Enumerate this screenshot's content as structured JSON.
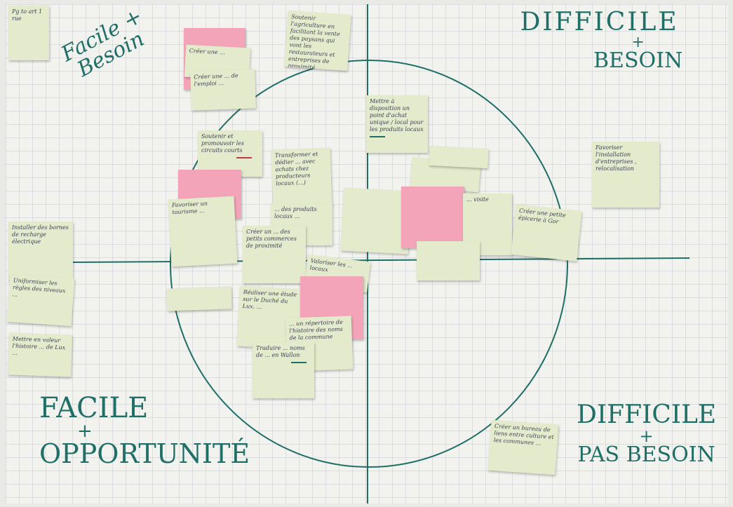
{
  "colors": {
    "marker": "#1f6f66",
    "note_yellow": "#e4ebcc",
    "note_pink": "#f4a4b8",
    "paper": "#f2f2ef"
  },
  "quadrants": {
    "top_left": {
      "line1": "Facile +",
      "line2": "Besoin"
    },
    "top_right": {
      "line1": "DIFFICILE",
      "line2": "+",
      "line3": "BESOIN"
    },
    "bottom_left": {
      "line1": "FACILE",
      "line2": "+",
      "line3": "OPPORTUNITÉ"
    },
    "bottom_right": {
      "line1": "DIFFICILE",
      "line2": "+",
      "line3": "PAS BESOIN"
    }
  },
  "notes": {
    "n1": "Pg to art 1 rue",
    "n2": "Soutenir l'agriculture en facilitant la vente des paysans qui vont les restaurateurs et entreprises de proximité",
    "n3": "Créer une ...",
    "n4": "Créer une ... de l'emploi ...",
    "n5": "Mettre à disposition un point d'achat unique / local pour les produits locaux",
    "n6": "Soutenir et promouvoir les circuits courts",
    "n7": "Favoriser l'installation d'entreprises , relocalisation",
    "n8": "Transformer et dédier ... avec achats chez producteurs locaux (...)",
    "n9": "Favoriser un tourisme ...",
    "n10": "... des produits locaux ...",
    "n11": "Installer des bornes de recharge électrique",
    "n12": "Créer un ... des petits commerces de proximité",
    "n13": "Créer une petite épicerie à Gor",
    "n14": "Uniformiser les règles des niveaux ...",
    "n15": "Réaliser une étude sur le Duché du Lux. ...",
    "n16": "Mettre en valeur l'histoire ... de Lux ...",
    "n17": "Traduire ... noms de ... en Wallon",
    "n18": "Créer un bureau de liens entre culture et les communes ...",
    "n19": "Valoriser les ... locaux",
    "n20": "... un répertoire de l'histoire des noms de la commune",
    "n21": "... visite"
  }
}
